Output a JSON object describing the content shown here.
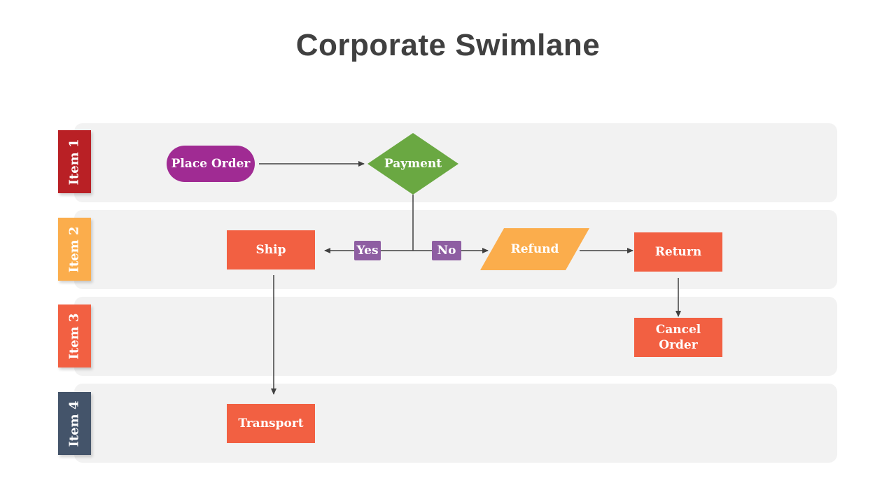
{
  "title": "Corporate Swimlane",
  "lanes": [
    {
      "label": "Item 1",
      "color": "#b92025"
    },
    {
      "label": "Item 2",
      "color": "#fbad4c"
    },
    {
      "label": "Item 3",
      "color": "#f26042"
    },
    {
      "label": "Item 4",
      "color": "#44546a"
    }
  ],
  "nodes": {
    "place_order": "Place Order",
    "payment": "Payment",
    "ship": "Ship",
    "refund": "Refund",
    "return": "Return",
    "cancel_order": "Cancel Order",
    "transport": "Transport"
  },
  "edges": {
    "yes": "Yes",
    "no": "No"
  },
  "colors": {
    "process": "#f26042",
    "start": "#a02b93",
    "decision": "#6aa842",
    "data": "#fbad4c",
    "edge_label": "#8e5ea2",
    "lane_bg": "#f2f2f2",
    "arrow": "#404040"
  }
}
